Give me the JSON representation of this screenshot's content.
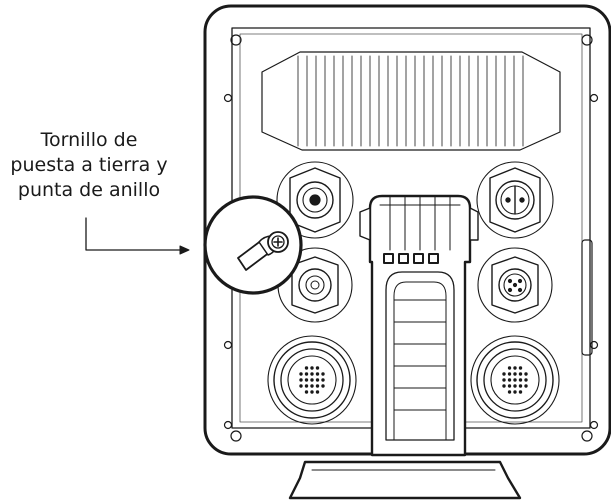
{
  "callout": {
    "lines": [
      "Tornillo de",
      "puesta a tierra y",
      "punta de anillo"
    ]
  },
  "colors": {
    "line": "#1a1a1a",
    "panel": "#ffffff",
    "light_line": "#555555"
  },
  "icons": {
    "grounding_screw": "ring-terminal-screw-icon"
  }
}
